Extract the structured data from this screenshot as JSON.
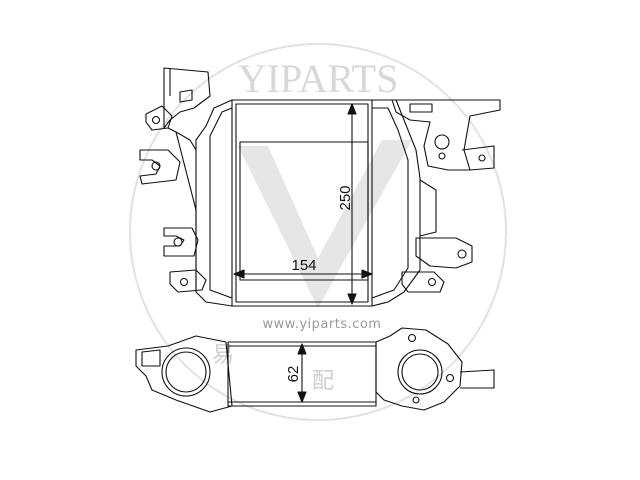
{
  "dimensions": {
    "width_label": "154",
    "height_label": "250",
    "thickness_label": "62"
  },
  "watermark": {
    "brand": "YIPARTS",
    "url": "www.yiparts.com",
    "cjk_left": "易",
    "cjk_right": "配"
  },
  "colors": {
    "line": "#111111",
    "watermark": "#d0d0d0"
  }
}
